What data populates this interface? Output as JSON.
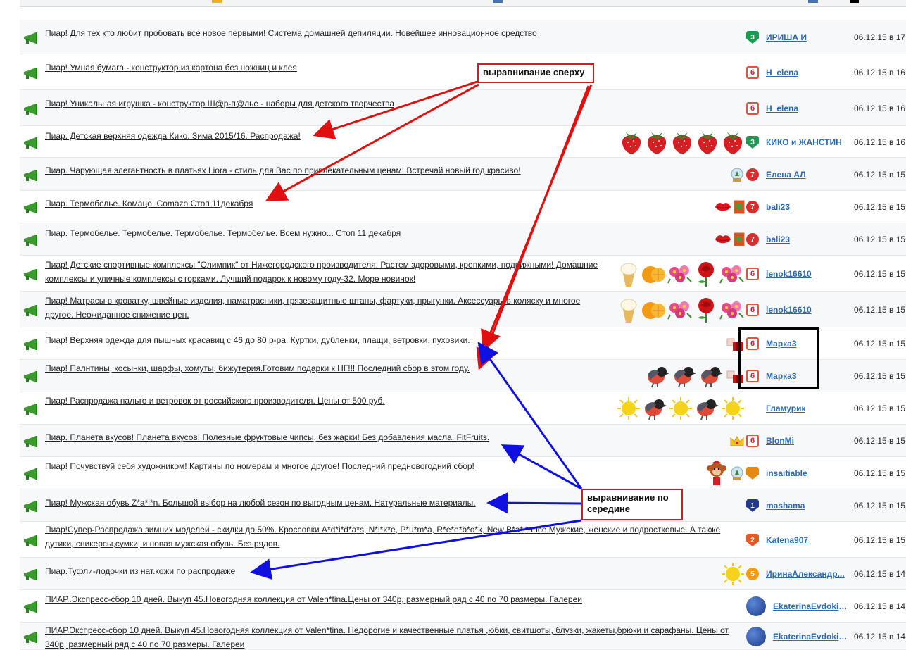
{
  "threads": [
    {
      "topic": "Пиар! Для тех кто любит пробовать все новое первыми! Система домашней депиляции. Новейшее инновационное средство",
      "author": "ИРИША И",
      "rank": "3",
      "rank_style": "s3",
      "date": "06.12.15 в 17",
      "awards": []
    },
    {
      "topic": "Пиар! Умная бумага - конструктор из картона без ножниц и клея",
      "author": "H_elena",
      "rank": "6",
      "rank_style": "s6",
      "date": "06.12.15 в 16",
      "awards": []
    },
    {
      "topic": "Пиар! Уникальная игрушка - конструктор Ш@р-п@лье - наборы для детского творчества",
      "author": "H_elena",
      "rank": "6",
      "rank_style": "s6",
      "date": "06.12.15 в 16",
      "awards": []
    },
    {
      "topic": "Пиар. Детская верхняя одежда Кико. Зима 2015/16. Распродажа!",
      "author": "КИКО и ЖАНСТИН",
      "rank": "3",
      "rank_style": "s3",
      "date": "06.12.15 в 16",
      "awards": [
        "strawberry-icon",
        "strawberry-icon",
        "strawberry-icon",
        "strawberry-icon",
        "strawberry-icon"
      ]
    },
    {
      "topic": "Пиар. Чарующая элегантность в платьях Liora - стиль для Вас по привлекательным ценам! Встречай новый год красиво!",
      "author": "Елена АЛ",
      "rank": "7",
      "rank_style": "s7",
      "date": "06.12.15 в 15",
      "awards": [
        "snowglobe-icon"
      ]
    },
    {
      "topic": "Пиар. Термобелье. Комацо. Comazo Стоп 11декабря",
      "author": "bali23",
      "rank": "7",
      "rank_style": "s7",
      "date": "06.12.15 в 15",
      "awards": [
        "lips-icon",
        "stamp-icon"
      ]
    },
    {
      "topic": "Пиар. Термобелье. Термобелье. Термобелье. Термобелье. Всем нужно... Стоп 11 декабря",
      "author": "bali23",
      "rank": "7",
      "rank_style": "s7",
      "date": "06.12.15 в 15",
      "awards": [
        "lips-icon",
        "stamp-icon"
      ]
    },
    {
      "topic": "Пиар! Детские спортивные комплексы \"Олимпик\" от Нижегородского производителя. Растем здоровыми, крепкими, подвижными! Домашние комплексы и уличные комплексы с горками. Лучший подарок к новому году-32. Море новинок!",
      "author": "lenok16610",
      "rank": "6",
      "rank_style": "s6",
      "date": "06.12.15 в 15",
      "awards": [
        "icecream-icon",
        "orange-icon",
        "flowers-icon",
        "rose-icon",
        "flowers-icon"
      ]
    },
    {
      "topic": "Пиар! Матрасы в кроватку, швейные изделия, наматрасники, грязезащитные штаны, фартуки, прыгунки. Аксессуары в коляску и многое другое. Неожиданное снижение цен.",
      "author": "lenok16610",
      "rank": "6",
      "rank_style": "s6",
      "date": "06.12.15 в 15",
      "awards": [
        "icecream-icon",
        "orange-icon",
        "flowers-icon",
        "rose-icon",
        "flowers-icon"
      ]
    },
    {
      "topic": "Пиар! Верхняя одежда для пышных красавиц с 46 до 80 р-ра. Куртки, дубленки, плащи, ветровки, пуховики.",
      "author": "Марка3",
      "rank": "6",
      "rank_style": "s6",
      "date": "06.12.15 в 15",
      "awards": [
        "gift-box-icon"
      ]
    },
    {
      "topic": "Пиар! Палнтины, косынки, шарфы, хомуты, бижутерия.Готовим подарки к НГ!!! Последний сбор в этом году.",
      "author": "Марка3",
      "rank": "6",
      "rank_style": "s6",
      "date": "06.12.15 в 15",
      "awards": [
        "bullfinch-icon",
        "bullfinch-icon",
        "bullfinch-icon",
        "gift-box-icon"
      ]
    },
    {
      "topic": "Пиар! Распродажа пальто и ветровок от российского производителя. Цены от 500 руб.",
      "author": "Гламурик",
      "rank": "",
      "rank_style": "none",
      "date": "06.12.15 в 15",
      "awards": [
        "sun-icon",
        "bullfinch-icon",
        "sun-icon",
        "bullfinch-icon",
        "sun-icon"
      ]
    },
    {
      "topic": "Пиар. Планета вкусов! Планета вкусов! Полезные фруктовые чипсы, без жарки! Без добавления масла! FitFruits.",
      "author": "BlonMi",
      "rank": "6",
      "rank_style": "s6",
      "date": "06.12.15 в 15",
      "awards": [
        "crown-icon"
      ]
    },
    {
      "topic": "Пиар! Почувствуй себя художником! Картины по номерам и многое другое! Последний предновогодний сбор!",
      "author": "insaitiable",
      "rank": "",
      "rank_style": "s0",
      "date": "06.12.15 в 15",
      "awards": [
        "monkey-icon",
        "snowglobe-icon"
      ]
    },
    {
      "topic": "Пиар! Мужская обувь Z*a*i*n. Большой выбор на любой сезон по выгодным ценам. Натуральные материалы.",
      "author": "mashama",
      "rank": "1",
      "rank_style": "s1",
      "date": "06.12.15 в 15",
      "awards": []
    },
    {
      "topic": "Пиар!Супер-Распродажа зимних моделей - скидки до 50%. Кроссовки A*d*i*d*a*s, N*i*k*e, P*u*m*a, R*e*e*b*o*k, New B*a*l*ance.Мужские, женские и подростковые. А также дутики, сникерсы,сумки, и новая мужская обувь. Без рядов.",
      "author": "Katena907",
      "rank": "2",
      "rank_style": "s2",
      "date": "06.12.15 в 15",
      "awards": []
    },
    {
      "topic": "Пиар.Туфли-лодочки из нат.кожи по распродаже",
      "author": "ИринаАлександр...",
      "rank": "5",
      "rank_style": "s5",
      "date": "06.12.15 в 14",
      "awards": [
        "sun-icon"
      ]
    },
    {
      "topic": "ПИАР..Экспресс-сбор 10 дней. Выкуп 45.Новогодняя коллекция от Valen*tina.Цены от 340р, размерный ряд с 40 по 70 размеры. Галереи",
      "author": "EkaterinaEvdokim...",
      "rank": "",
      "rank_style": "ball",
      "date": "06.12.15 в 14",
      "awards": []
    },
    {
      "topic": "ПИАР.Экспресс-сбор 10 дней. Выкуп 45.Новогодняя коллекция от Valen*tina. Недорогие и качественные платья ,юбки, свитшоты, блузки, жакеты,брюки и сарафаны. Цены от 340р, размерный ряд с 40 по 70 размеры. Галереи",
      "author": "EkaterinaEvdokim...",
      "rank": "",
      "rank_style": "ball",
      "date": "06.12.15 в 14",
      "awards": []
    }
  ],
  "annotations": {
    "top_label": "выравнивание сверху",
    "middle_label": "выравнивание по середине",
    "red_color": "#e01010",
    "blue_color": "#1010e0"
  }
}
